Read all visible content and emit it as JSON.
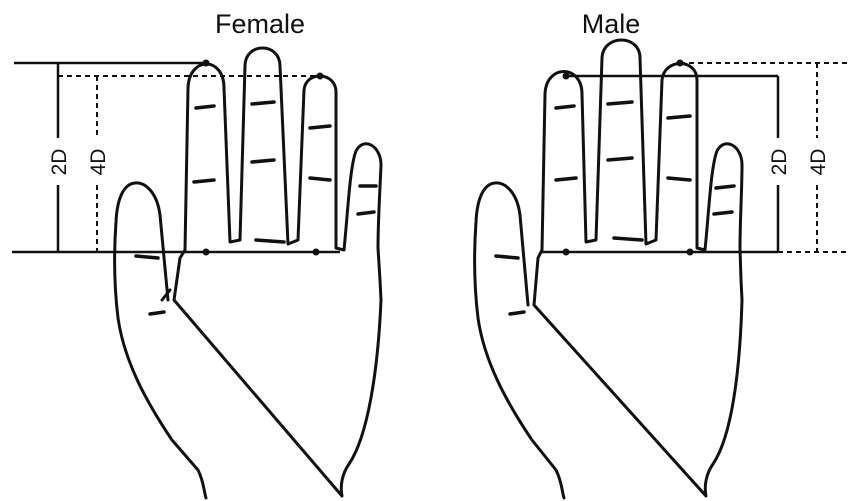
{
  "panels": {
    "female": {
      "title": "Female",
      "measure_2d": "2D",
      "measure_4d": "4D"
    },
    "male": {
      "title": "Male",
      "measure_2d": "2D",
      "measure_4d": "4D"
    }
  },
  "colors": {
    "ink": "#111111",
    "background": "#ffffff"
  }
}
